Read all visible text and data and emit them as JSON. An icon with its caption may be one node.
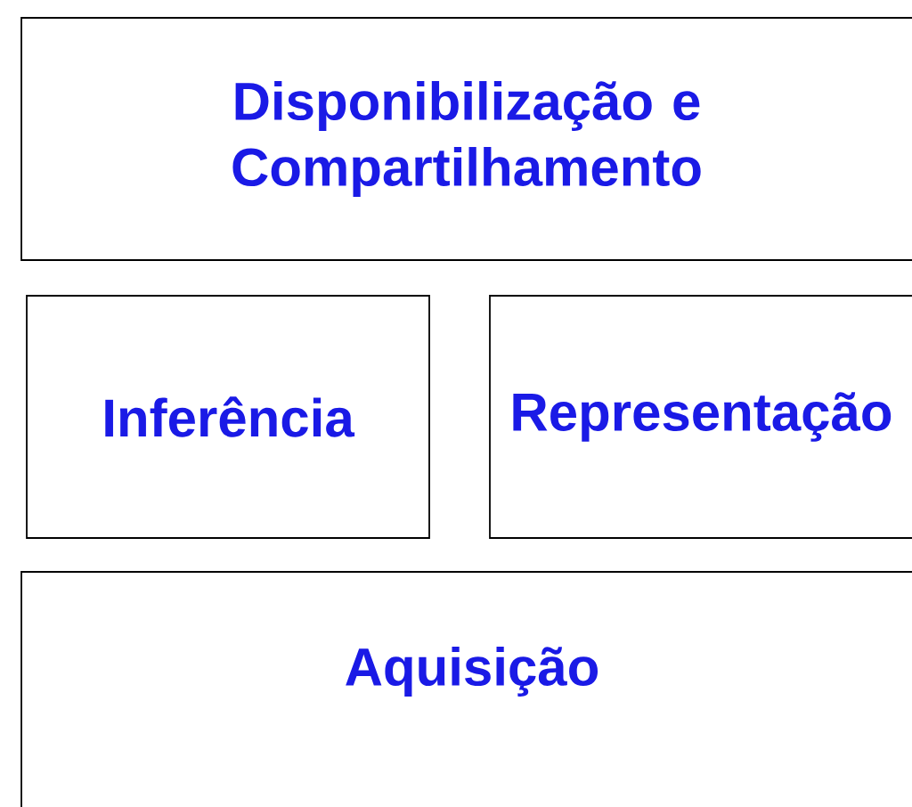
{
  "diagram": {
    "nodes": [
      {
        "text": [
          "Disponibilização e Compartilhamento"
        ]
      },
      {
        "text": [
          "Inferência"
        ]
      },
      {
        "text": [
          "Representação"
        ]
      },
      {
        "text": [
          "Aquisição"
        ]
      }
    ]
  }
}
